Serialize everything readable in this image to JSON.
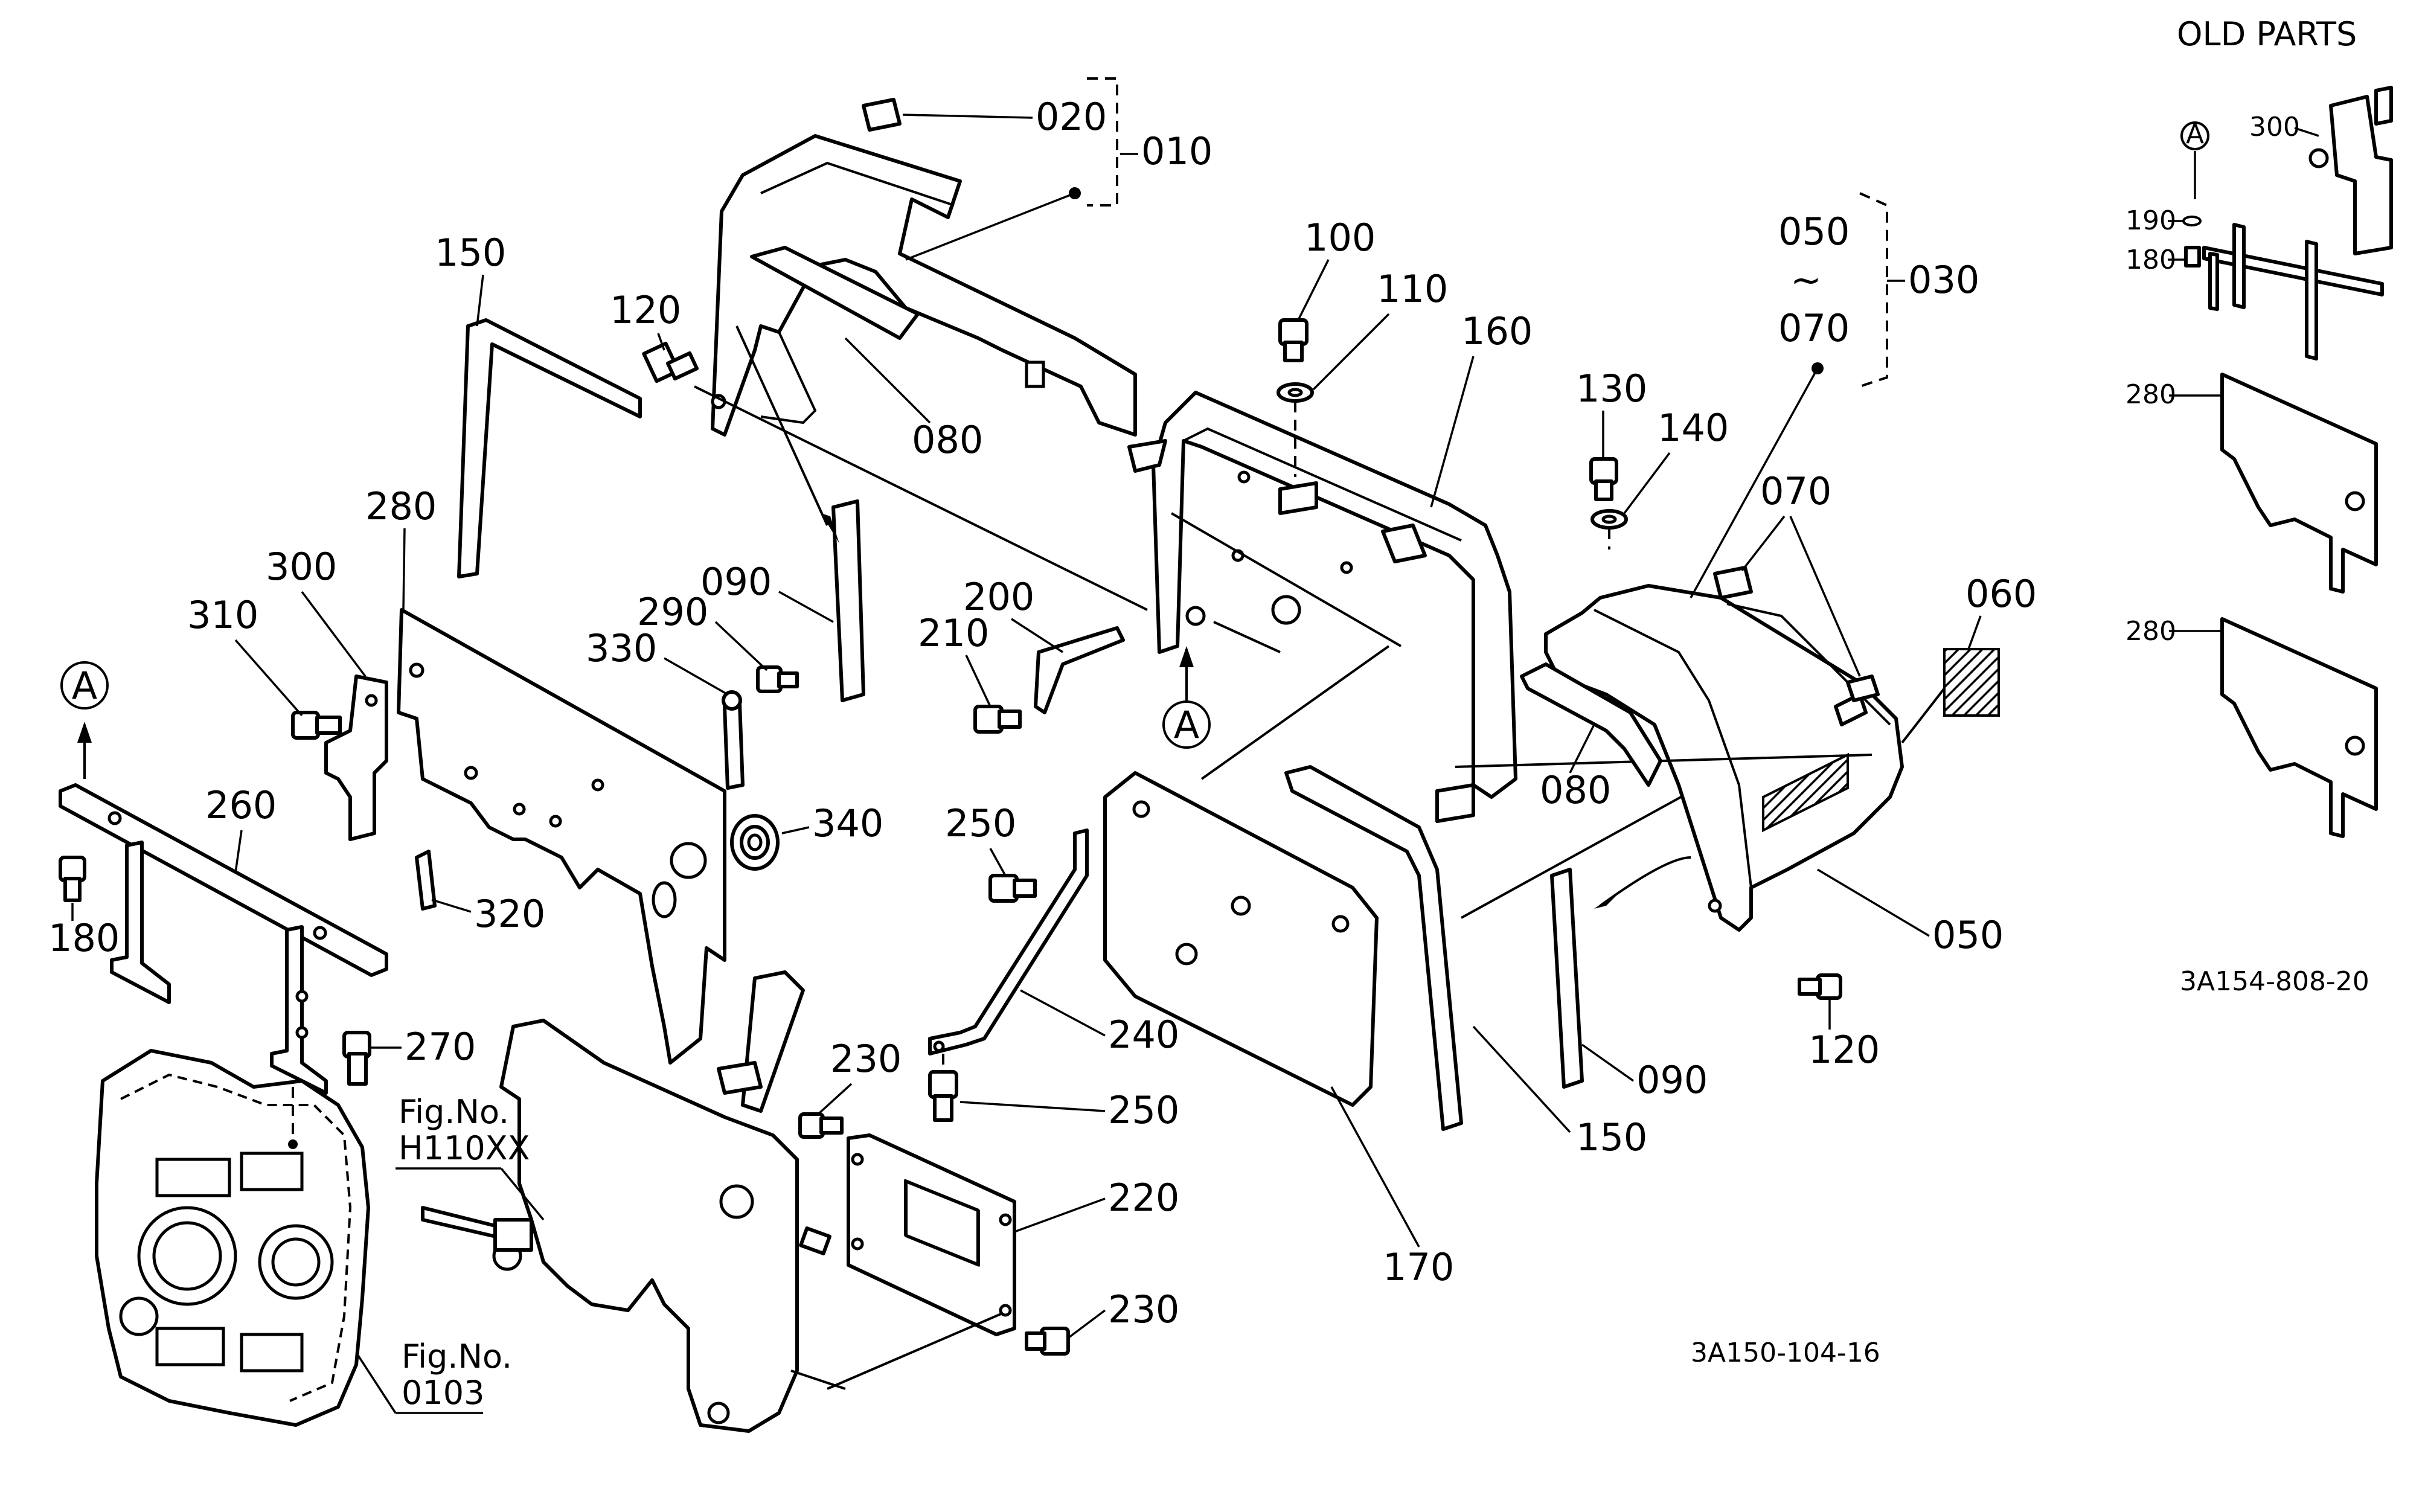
{
  "header": {
    "old_parts_title": "OLD PARTS"
  },
  "drawing_code_main": "3A150-104-16",
  "drawing_code_old": "3A154-808-20",
  "fig_refs": {
    "fig1_title": "Fig.No.",
    "fig1_code": "H110XX",
    "fig2_title": "Fig.No.",
    "fig2_code": "0103"
  },
  "group_labels": {
    "g010": "010",
    "g030": "030",
    "range_from": "050",
    "range_tilde": "~",
    "range_to": "070"
  },
  "ref_marks": {
    "a1": "A",
    "a2": "A",
    "a3": "A"
  },
  "callouts": {
    "c020": "020",
    "c080a": "080",
    "c080b": "080",
    "c090a": "090",
    "c090b": "090",
    "c100": "100",
    "c110": "110",
    "c120a": "120",
    "c120b": "120",
    "c130": "130",
    "c140": "140",
    "c150a": "150",
    "c150b": "150",
    "c160": "160",
    "c170": "170",
    "c180": "180",
    "c200": "200",
    "c210": "210",
    "c220": "220",
    "c230a": "230",
    "c230b": "230",
    "c240": "240",
    "c250a": "250",
    "c250b": "250",
    "c260": "260",
    "c270": "270",
    "c280": "280",
    "c290": "290",
    "c300": "300",
    "c310": "310",
    "c320": "320",
    "c330": "330",
    "c340": "340",
    "c050": "050",
    "c060": "060",
    "c070": "070"
  },
  "old_callouts": {
    "o300": "300",
    "o190": "190",
    "o180": "180",
    "o280a": "280",
    "o280b": "280"
  }
}
